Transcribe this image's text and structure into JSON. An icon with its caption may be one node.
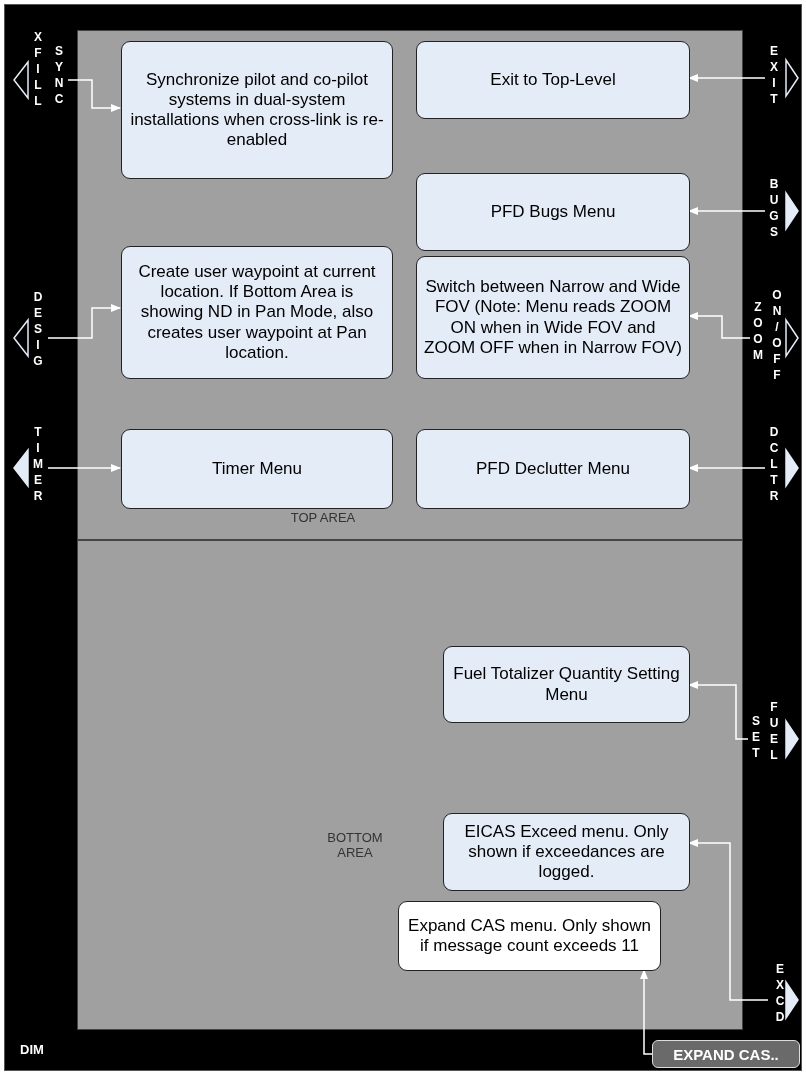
{
  "diagram": {
    "nodes": [
      {
        "text": [
          "TOP AREA"
        ]
      },
      {
        "text": [
          "Synchronize pilot and co-pilot systems in dual-system installations when cross-link is re-enabled"
        ],
        "in": 0
      },
      {
        "text": [
          "Exit to Top-Level"
        ],
        "in": 0
      },
      {
        "text": [
          "PFD Bugs Menu"
        ],
        "in": 0
      },
      {
        "text": [
          "Create user waypoint at current location.  If Bottom Area is showing ND in Pan Mode, also creates user waypoint at Pan location."
        ],
        "in": 0
      },
      {
        "text": [
          "Switch between Narrow and Wide FOV (Note:  Menu reads  ZOOM ON  when in Wide FOV and  ZOOM OFF when in Narrow FOV)"
        ],
        "in": 0
      },
      {
        "text": [
          "Timer Menu"
        ],
        "in": 0
      },
      {
        "text": [
          "PFD Declutter Menu"
        ],
        "in": 0
      },
      {
        "text": [
          "BOTTOM AREA"
        ]
      },
      {
        "text": [
          "Fuel Totalizer Quantity Setting Menu"
        ],
        "in": 8
      },
      {
        "text": [
          "EICAS Exceed menu.  Only shown if exceedances are logged."
        ],
        "in": 8
      },
      {
        "text": [
          "Expand CAS menu.  Only shown if message count exceeds 11"
        ],
        "in": 8
      },
      {
        "text": [
          "XFILL",
          "SYNC"
        ]
      },
      {
        "text": [
          "EXIT"
        ]
      },
      {
        "text": [
          "BUGS"
        ]
      },
      {
        "text": [
          "DESIG"
        ]
      },
      {
        "text": [
          "ZOOM",
          "ON/OFF"
        ]
      },
      {
        "text": [
          "TIMER"
        ]
      },
      {
        "text": [
          "DCLTR"
        ]
      },
      {
        "text": [
          "SET",
          "FUEL"
        ]
      },
      {
        "text": [
          "EXCD"
        ]
      },
      {
        "text": [
          "EXPAND CAS.."
        ]
      }
    ],
    "edges": [
      {
        "from": 12,
        "to": 1,
        "arrow": "to"
      },
      {
        "from": 13,
        "to": 2,
        "arrow": "to"
      },
      {
        "from": 14,
        "to": 3,
        "arrow": "to"
      },
      {
        "from": 15,
        "to": 4,
        "arrow": "to"
      },
      {
        "from": 16,
        "to": 5,
        "arrow": "to"
      },
      {
        "from": 17,
        "to": 6,
        "arrow": "to"
      },
      {
        "from": 18,
        "to": 7,
        "arrow": "to"
      },
      {
        "from": 19,
        "to": 9,
        "arrow": "to"
      },
      {
        "from": 20,
        "to": 10,
        "arrow": "to"
      },
      {
        "from": 21,
        "to": 11,
        "arrow": "to"
      }
    ],
    "labels": [
      "DIM"
    ]
  }
}
